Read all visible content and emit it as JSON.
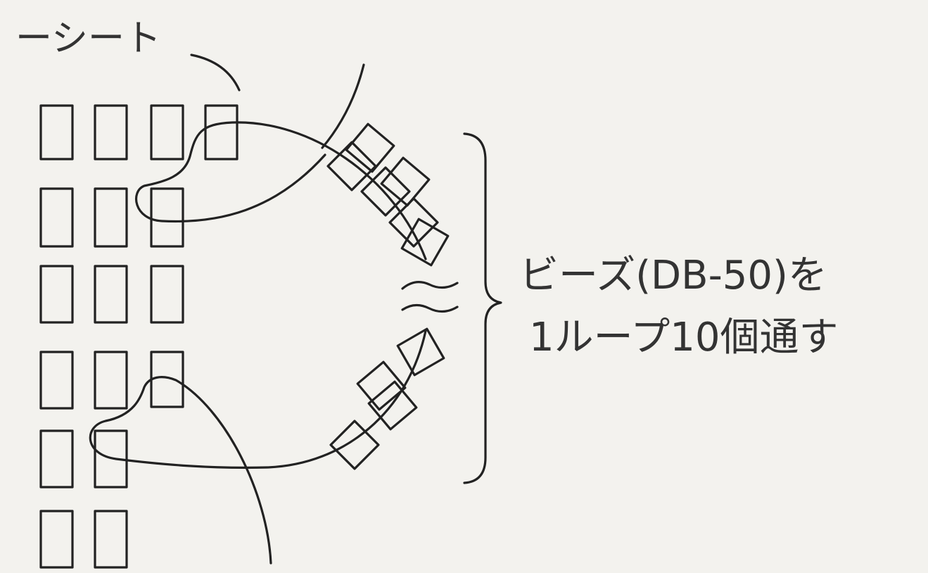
{
  "labels": {
    "sheet": "ーシート",
    "instruction_line1": "ビーズ(DB-50)を",
    "instruction_line2": "1ループ10個通す"
  },
  "colors": {
    "background": "#f3f2ee",
    "ink": "#222222"
  }
}
